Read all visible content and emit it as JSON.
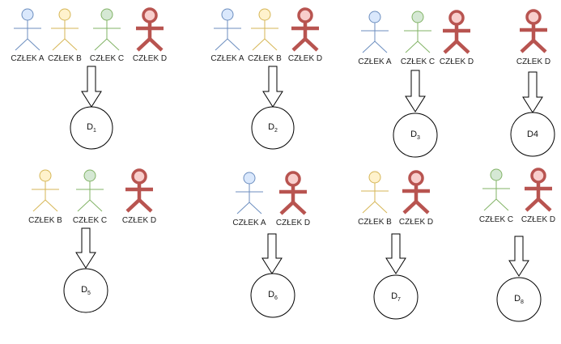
{
  "actor_styles": {
    "A": {
      "stroke": "#6c8ebf",
      "fill": "#dae8fc",
      "bold": false
    },
    "B": {
      "stroke": "#d6b656",
      "fill": "#fff2cc",
      "bold": false
    },
    "C": {
      "stroke": "#82b366",
      "fill": "#d5e8d4",
      "bold": false
    },
    "D": {
      "stroke": "#b85450",
      "fill": "#f8cecc",
      "bold": true
    }
  },
  "groups": [
    {
      "actors": [
        {
          "type": "A",
          "label": "CZŁEK A"
        },
        {
          "type": "B",
          "label": "CZŁEK B"
        },
        {
          "type": "C",
          "label": "CZŁEK C"
        },
        {
          "type": "D",
          "label": "CZŁEK D"
        }
      ],
      "node": {
        "main": "D",
        "sub": "1"
      }
    },
    {
      "actors": [
        {
          "type": "A",
          "label": "CZŁEK A"
        },
        {
          "type": "B",
          "label": "CZŁEK B"
        },
        {
          "type": "D",
          "label": "CZŁEK D"
        }
      ],
      "node": {
        "main": "D",
        "sub": "2"
      }
    },
    {
      "actors": [
        {
          "type": "A",
          "label": "CZŁEK A"
        },
        {
          "type": "C",
          "label": "CZŁEK C"
        },
        {
          "type": "D",
          "label": "CZŁEK D"
        }
      ],
      "node": {
        "main": "D",
        "sub": "3"
      }
    },
    {
      "actors": [
        {
          "type": "D",
          "label": "CZŁEK D"
        }
      ],
      "node": {
        "main": "D4",
        "sub": ""
      }
    },
    {
      "actors": [
        {
          "type": "B",
          "label": "CZŁEK B"
        },
        {
          "type": "C",
          "label": "CZŁEK C"
        },
        {
          "type": "D",
          "label": "CZŁEK D"
        }
      ],
      "node": {
        "main": "D",
        "sub": "5"
      }
    },
    {
      "actors": [
        {
          "type": "A",
          "label": "CZŁEK A"
        },
        {
          "type": "D",
          "label": "CZŁEK D"
        }
      ],
      "node": {
        "main": "D",
        "sub": "6"
      }
    },
    {
      "actors": [
        {
          "type": "B",
          "label": "CZŁEK B"
        },
        {
          "type": "D",
          "label": "CZŁEK D"
        }
      ],
      "node": {
        "main": "D",
        "sub": "7"
      }
    },
    {
      "actors": [
        {
          "type": "C",
          "label": "CZŁEK C"
        },
        {
          "type": "D",
          "label": "CZŁEK D"
        }
      ],
      "node": {
        "main": "D",
        "sub": "8"
      }
    }
  ]
}
